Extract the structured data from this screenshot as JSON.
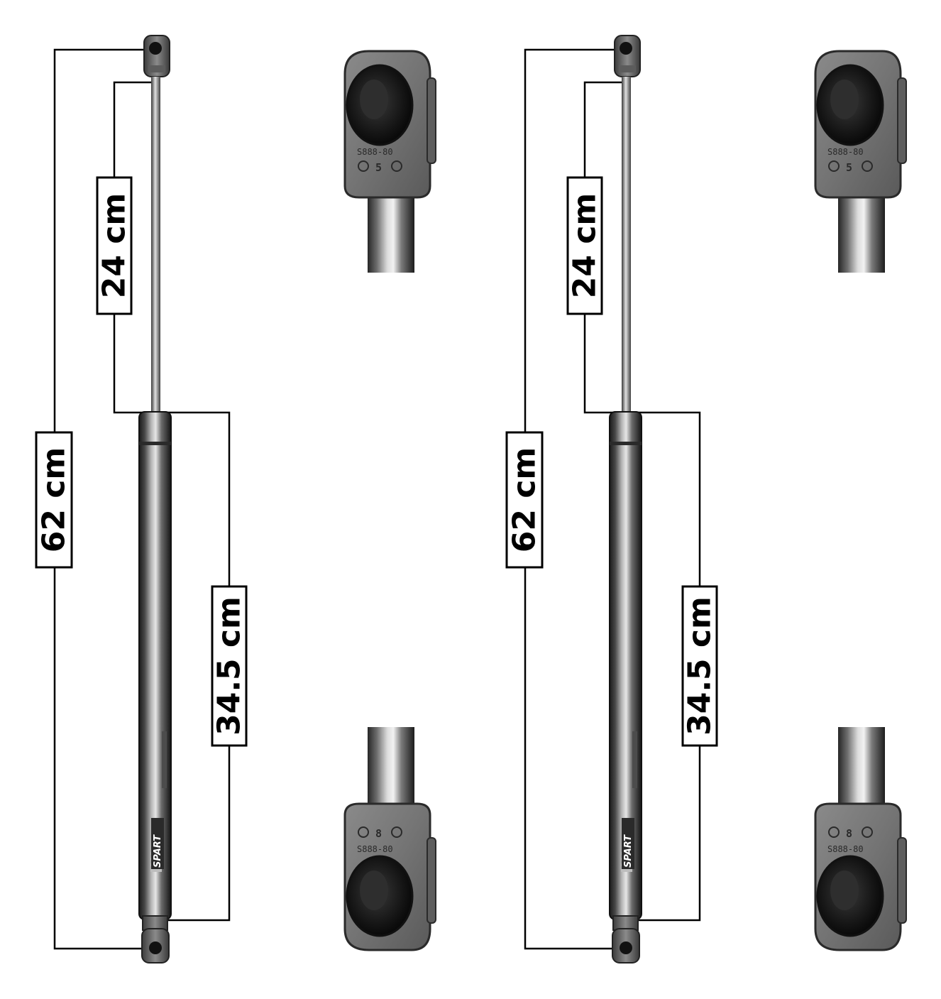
{
  "product": {
    "brand_mark": "SPART",
    "units": 2
  },
  "dimensions": {
    "overall_length": "62 cm",
    "rod_length": "24 cm",
    "cylinder_length": "34.5 cm"
  },
  "detail_closeups": {
    "top_end_fitting": "end fitting close-up (top)",
    "bottom_end_fitting": "end fitting close-up (bottom)"
  },
  "colors": {
    "background": "#ffffff",
    "dimension_lines": "#000000",
    "cylinder_dark": "#1e1e1e",
    "cylinder_mid": "#5a5a5a",
    "cylinder_light": "#a8a8a8",
    "fitting": "#6f6f6f"
  }
}
